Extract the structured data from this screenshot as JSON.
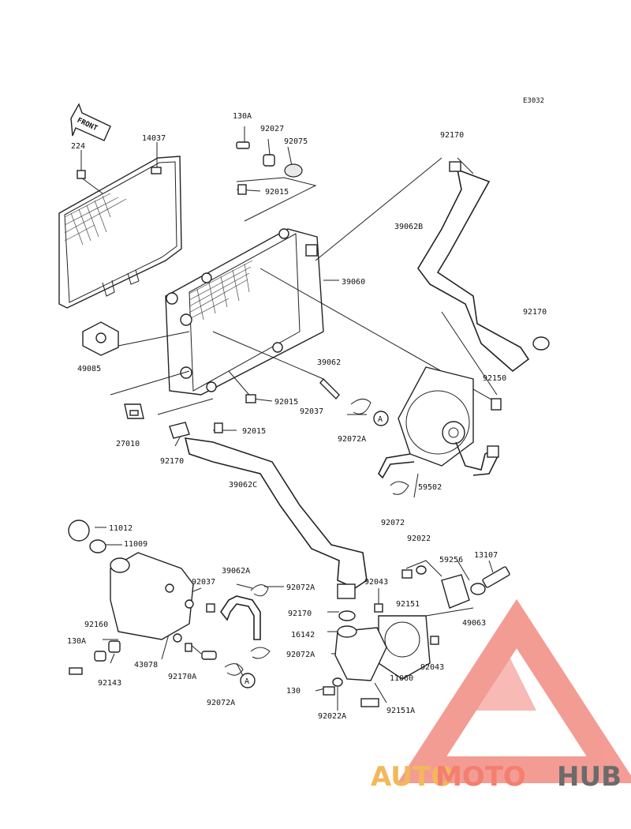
{
  "diagram": {
    "code": "E3032",
    "front_label": "FRONT",
    "labels": {
      "p224": "224",
      "p14037": "14037",
      "p130a_top": "130A",
      "p92027": "92027",
      "p92075": "92075",
      "p92015_top": "92015",
      "p92170_top": "92170",
      "p39062b": "39062B",
      "p39060": "39060",
      "p92170_right": "92170",
      "p49085": "49085",
      "p39062": "39062",
      "p92150": "92150",
      "p92015_mid": "92015",
      "p92037_mid": "92037",
      "p27010": "27010",
      "p92015_low": "92015",
      "p92072a_mid": "92072A",
      "p92170_left": "92170",
      "p39062c": "39062C",
      "p59502": "59502",
      "p11012": "11012",
      "p11009": "11009",
      "p92072": "92072",
      "p92022": "92022",
      "p59256": "59256",
      "p13107": "13107",
      "p39062a": "39062A",
      "p92037_low": "92037",
      "p92072a_low": "92072A",
      "p92043_top": "92043",
      "p92151": "92151",
      "p49063": "49063",
      "p92160": "92160",
      "p130a_low": "130A",
      "p92170_mid": "92170",
      "p16142": "16142",
      "p92072a_pump": "92072A",
      "p92043_low": "92043",
      "p43078": "43078",
      "p92143": "92143",
      "p92170a": "92170A",
      "p11060": "11060",
      "p130": "130",
      "p92072a_bottom": "92072A",
      "p92022a": "92022A",
      "p92151a": "92151A"
    },
    "connector_mark": "A"
  },
  "watermark": {
    "text_part1": "AUTO",
    "text_part2": "MOTO",
    "text_part3": "HUB",
    "color_auto": "#f2b85a",
    "color_moto": "#f47f6f",
    "color_hub": "#6b6b6b",
    "logo_color": "#f28b82"
  }
}
